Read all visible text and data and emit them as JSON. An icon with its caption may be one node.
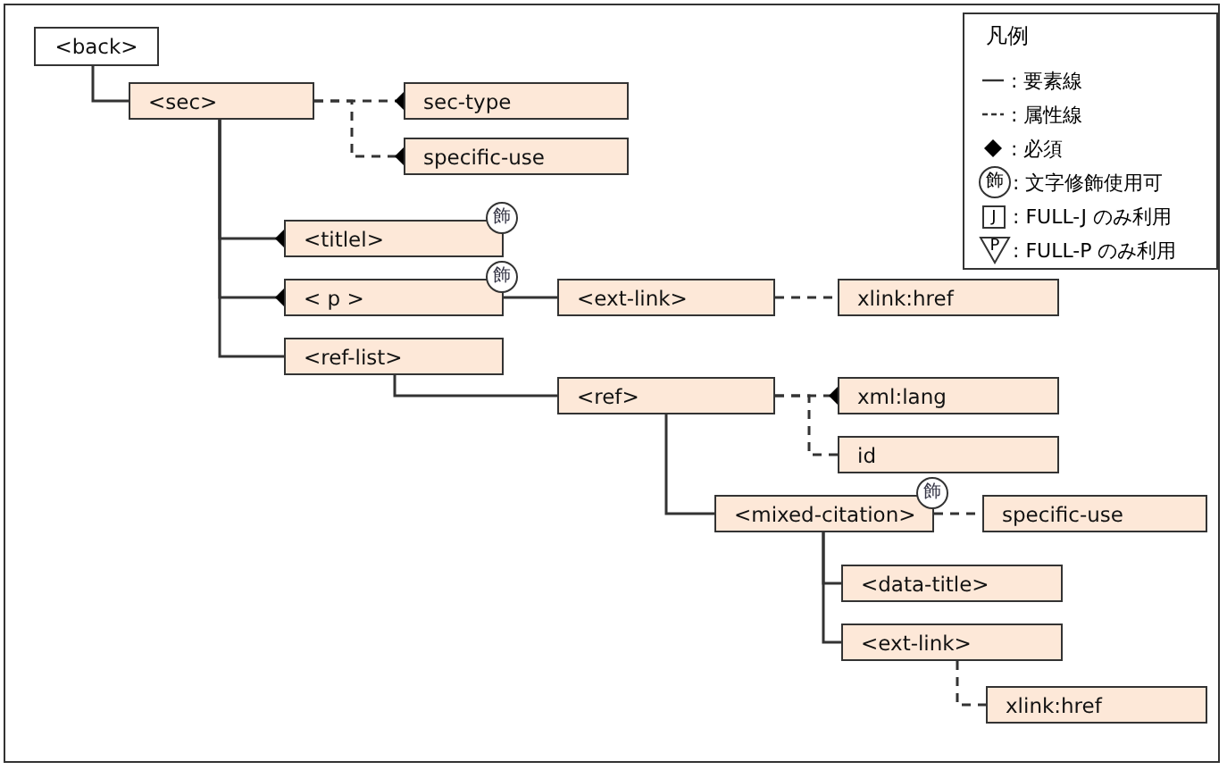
{
  "diagram": {
    "nodes": [
      {
        "text": [
          "<back>"
        ]
      },
      {
        "text": [
          "<sec>"
        ]
      },
      {
        "text": [
          "sec-type"
        ]
      },
      {
        "text": [
          "specific-use"
        ]
      },
      {
        "text": [
          "<titlel>"
        ],
        "beside": [
          "飾"
        ]
      },
      {
        "text": [
          "< p >"
        ],
        "beside": [
          "飾"
        ]
      },
      {
        "text": [
          "<ext-link>"
        ]
      },
      {
        "text": [
          "xlink:href"
        ]
      },
      {
        "text": [
          "<ref-list>"
        ]
      },
      {
        "text": [
          "<ref>"
        ]
      },
      {
        "text": [
          "xml:lang"
        ]
      },
      {
        "text": [
          "id"
        ]
      },
      {
        "text": [
          "<mixed-citation>"
        ],
        "beside": [
          "飾"
        ]
      },
      {
        "text": [
          "specific-use"
        ]
      },
      {
        "text": [
          "<data-title>"
        ]
      },
      {
        "text": [
          "<ext-link>"
        ]
      },
      {
        "text": [
          "xlink:href"
        ]
      }
    ],
    "edges": [
      {
        "from": 0,
        "to": 1,
        "arrow": "none"
      },
      {
        "from": 1,
        "to": 2,
        "arrow": "other",
        "style": "dashed"
      },
      {
        "from": 1,
        "to": 3,
        "arrow": "other",
        "style": "dashed"
      },
      {
        "from": 1,
        "to": 4,
        "arrow": "other"
      },
      {
        "from": 1,
        "to": 5,
        "arrow": "other"
      },
      {
        "from": 1,
        "to": 8,
        "arrow": "none"
      },
      {
        "from": 5,
        "to": 6,
        "arrow": "none"
      },
      {
        "from": 6,
        "to": 7,
        "arrow": "none",
        "style": "dashed"
      },
      {
        "from": 8,
        "to": 9,
        "arrow": "none"
      },
      {
        "from": 9,
        "to": 10,
        "arrow": "other",
        "style": "dashed"
      },
      {
        "from": 9,
        "to": 11,
        "arrow": "none",
        "style": "dashed"
      },
      {
        "from": 9,
        "to": 12,
        "arrow": "none"
      },
      {
        "from": 12,
        "to": 13,
        "arrow": "none",
        "style": "dashed"
      },
      {
        "from": 12,
        "to": 14,
        "arrow": "none"
      },
      {
        "from": 12,
        "to": 15,
        "arrow": "none"
      },
      {
        "from": 15,
        "to": 16,
        "arrow": "none",
        "style": "dashed"
      }
    ],
    "labels": [
      "凡例",
      "飾",
      "J",
      "P"
    ],
    "legend": [
      {
        "text": ": 要素線"
      },
      {
        "text": ": 属性線"
      },
      {
        "text": ": 必須"
      },
      {
        "text": ": 文字修飾使用可"
      },
      {
        "text": ": FULL-J のみ利用"
      },
      {
        "text": ": FULL-P のみ利用"
      }
    ]
  }
}
